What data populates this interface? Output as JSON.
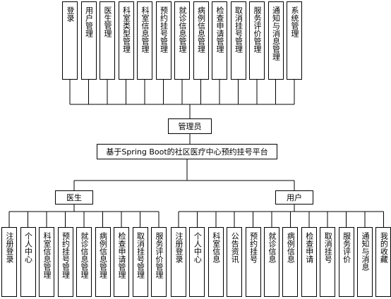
{
  "root": {
    "label": "基于Spring Boot的社区医疗中心预约挂号平台"
  },
  "admin": {
    "label": "管理员",
    "modules": [
      "登录",
      "用户管理",
      "医生管理",
      "科室类型管理",
      "科室信息管理",
      "预约挂号管理",
      "就诊信息管理",
      "病例信息管理",
      "检查申请管理",
      "取消挂号管理",
      "服务评价管理",
      "通知与消息管理",
      "系统管理"
    ]
  },
  "doctor": {
    "label": "医生",
    "modules": [
      "注册登录",
      "个人中心",
      "科室信息管理",
      "预约挂号管理",
      "就诊信息管理",
      "病例信息管理",
      "检查申请管理",
      "取消挂号管理",
      "服务评价管理"
    ]
  },
  "user": {
    "label": "用户",
    "modules": [
      "注册登录",
      "个人中心",
      "科室信息",
      "公告资讯",
      "预约挂号",
      "就诊信息",
      "病例信息",
      "检查申请",
      "取消挂号",
      "服务评价",
      "通知与消息",
      "我的收藏"
    ]
  }
}
